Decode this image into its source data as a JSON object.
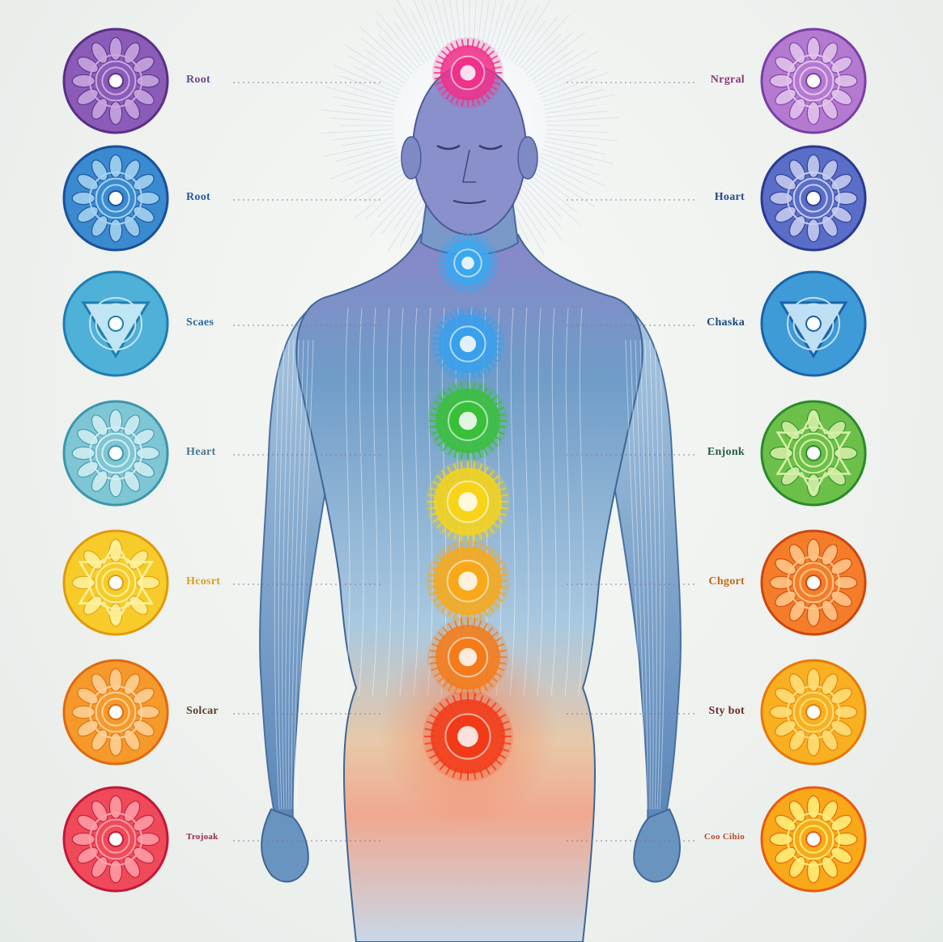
{
  "left_labels": [
    {
      "text": "Root",
      "color": "#6b4a8a",
      "symbol": "crown-lotus-icon",
      "palette": [
        "#c9a8e0",
        "#8a5cb8",
        "#5a2f86"
      ]
    },
    {
      "text": "Root",
      "color": "#2a5aa0",
      "symbol": "third-eye-mandala-icon",
      "palette": [
        "#a8d4f0",
        "#3a8ad0",
        "#1b4f9c"
      ]
    },
    {
      "text": "Scaes",
      "color": "#2a6a9a",
      "symbol": "throat-triangle-icon",
      "palette": [
        "#bfe6f2",
        "#4fb0d8",
        "#1f7db0"
      ]
    },
    {
      "text": "Heart",
      "color": "#4a7a8a",
      "symbol": "heart-lotus-icon",
      "palette": [
        "#d3eef2",
        "#7fc6d4",
        "#3c96ad"
      ]
    },
    {
      "text": "Hcosrt",
      "color": "#d6a21a",
      "symbol": "solar-star-icon",
      "palette": [
        "#fff2a0",
        "#f7cc2a",
        "#e09a0c"
      ]
    },
    {
      "text": "Solcar",
      "color": "#5a4030",
      "symbol": "sacral-lotus-icon",
      "palette": [
        "#ffd29a",
        "#f59a2a",
        "#e06a10"
      ]
    },
    {
      "text": "Trojoak",
      "color": "#a02050",
      "symbol": "root-lotus-icon",
      "palette": [
        "#ffa0a8",
        "#f04a5a",
        "#c2183a"
      ]
    }
  ],
  "right_labels": [
    {
      "text": "Nrgral",
      "color": "#8a3a7a",
      "symbol": "crown-lotus-icon",
      "palette": [
        "#e3c6ec",
        "#b47ad0",
        "#7a3ea8"
      ]
    },
    {
      "text": "Hoart",
      "color": "#2a4a8a",
      "symbol": "third-eye-lotus-icon",
      "palette": [
        "#c9cff0",
        "#5a6ec8",
        "#2a3a90"
      ]
    },
    {
      "text": "Chaska",
      "color": "#1a4a7a",
      "symbol": "throat-triangle-icon",
      "palette": [
        "#bfe0f4",
        "#3f9ad8",
        "#1a63a8"
      ]
    },
    {
      "text": "Enjonk",
      "color": "#2a5a4a",
      "symbol": "heart-star-icon",
      "palette": [
        "#d8f0a8",
        "#6cc04a",
        "#2a8a2a"
      ]
    },
    {
      "text": "Chgort",
      "color": "#c06a1a",
      "symbol": "solar-mandala-icon",
      "palette": [
        "#ffc88a",
        "#f57d2a",
        "#c9470e"
      ]
    },
    {
      "text": "Sty bot",
      "color": "#6a2a2a",
      "symbol": "sacral-lotus-icon",
      "palette": [
        "#ffe07a",
        "#f8b020",
        "#e67a0a"
      ]
    },
    {
      "text": "Coo Cihio",
      "color": "#b04a2a",
      "symbol": "root-sun-icon",
      "palette": [
        "#fff07a",
        "#f9a818",
        "#e85a12"
      ]
    }
  ],
  "body_chakras": [
    {
      "name": "crown",
      "color": "#f0308a"
    },
    {
      "name": "throat-upper",
      "color": "#3aa8f0"
    },
    {
      "name": "throat",
      "color": "#38a0ec"
    },
    {
      "name": "heart",
      "color": "#38c038"
    },
    {
      "name": "solar-plexus",
      "color": "#f7d418"
    },
    {
      "name": "sacral-upper",
      "color": "#f8a818"
    },
    {
      "name": "sacral",
      "color": "#f57a18"
    },
    {
      "name": "root",
      "color": "#f23a18"
    }
  ],
  "colors": {
    "background": "#eef1ee",
    "body_blue": "#5a86b8",
    "body_light": "#cfe0ee",
    "dotted_line": "#8a6aa0"
  }
}
